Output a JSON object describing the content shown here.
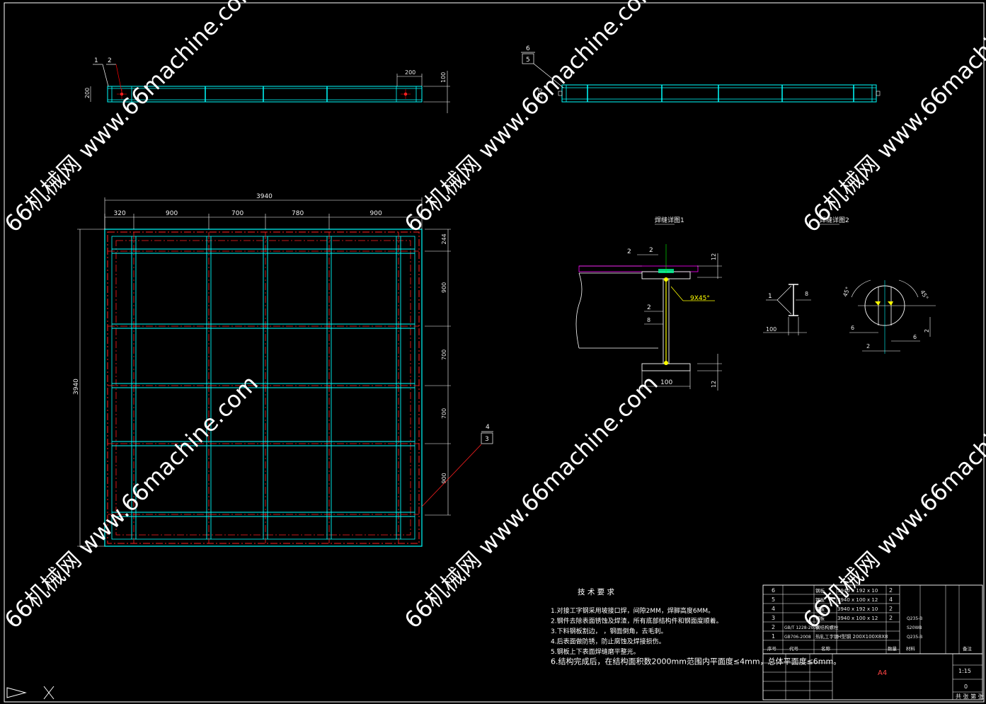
{
  "colors": {
    "background": "#000000",
    "frame": "#ffffff",
    "steel_cyan": "#00ffff",
    "center_red": "#ff0000",
    "dimension_green": "#00ff00",
    "magenta": "#ff00ff",
    "weld_yellow": "#ffff00"
  },
  "watermark": "66机械网 www.66machine.com",
  "top_view": {
    "balloon_1": "1",
    "balloon_2": "2",
    "dim_200_left": "200",
    "dim_200_top": "200",
    "dim_100": "100"
  },
  "side_view": {
    "balloon_6": "6",
    "balloon_5": "5",
    "dim_250": "250"
  },
  "plan": {
    "overall_width": "3940",
    "overall_height": "3940",
    "col_dims": [
      "320",
      "900",
      "700",
      "780",
      "900"
    ],
    "row_dims": [
      "244",
      "900",
      "700",
      "700",
      "900"
    ],
    "balloon_4": "4",
    "balloon_3": "3"
  },
  "detail1": {
    "title": "焊缝详图1",
    "dim_2a": "2",
    "dim_2b": "2",
    "dim_12_top": "12",
    "chamfer": "9X45°",
    "dim_2c": "2",
    "dim_8": "8",
    "dim_100": "100",
    "dim_12_bottom": "12"
  },
  "detail2": {
    "title": "焊缝详图2",
    "dim_1": "1",
    "dim_8": "8",
    "dim_100": "100",
    "angle_left": "45°",
    "angle_right": "45°",
    "dim_6a": "6",
    "dim_6b": "6",
    "dim_2a": "2",
    "dim_2b": "2"
  },
  "technical": {
    "heading": "技 术 要 求",
    "items": [
      "1.对接工字钢采用坡接口焊，间隙2MM，焊脚高度6MM。",
      "2.钢件去除表面锈蚀及焊渣，所有底部结构件和钢面度顺着。",
      "3.下料钢板割边，      ，钢面倒角，去毛刺。",
      "4.后表面做防锈，防止腐蚀及焊接损伤。",
      "5.钢板上下表面焊缝磨平整光。",
      "6.结构完成后，在结构面积数2000mm范围内平面度≤4mm，总体平面度≤6mm。"
    ]
  },
  "bom": {
    "rows": [
      {
        "no": "6",
        "std": "",
        "name": "钢板",
        "spec": "3940 x 192 x 10",
        "qty": "2",
        "material": ""
      },
      {
        "no": "5",
        "std": "",
        "name": "钢板",
        "spec": "3940 x 100 x 12",
        "qty": "4",
        "material": ""
      },
      {
        "no": "4",
        "std": "",
        "name": "钢板",
        "spec": "3940 x 192 x 10",
        "qty": "2",
        "material": ""
      },
      {
        "no": "3",
        "std": "",
        "name": "钢板",
        "spec": "3940 x 100 x 12",
        "qty": "2",
        "material": "Q235-B"
      },
      {
        "no": "2",
        "std": "GB/T 1228-2006",
        "name": "钢结构螺栓",
        "spec": "",
        "qty": "",
        "material": "S20WB"
      },
      {
        "no": "1",
        "std": "GB706-2008",
        "name": "热轧工字钢",
        "spec": "H型钢 200X100X8X8",
        "qty": "",
        "material": "Q235-B"
      }
    ],
    "headers": [
      "序号",
      "代号",
      "名称",
      "数量",
      "材料",
      "备注"
    ],
    "drawing_code": "A4",
    "scale": "1:15",
    "sheet_count": "0",
    "sheet_info": "共 张  第 张"
  }
}
